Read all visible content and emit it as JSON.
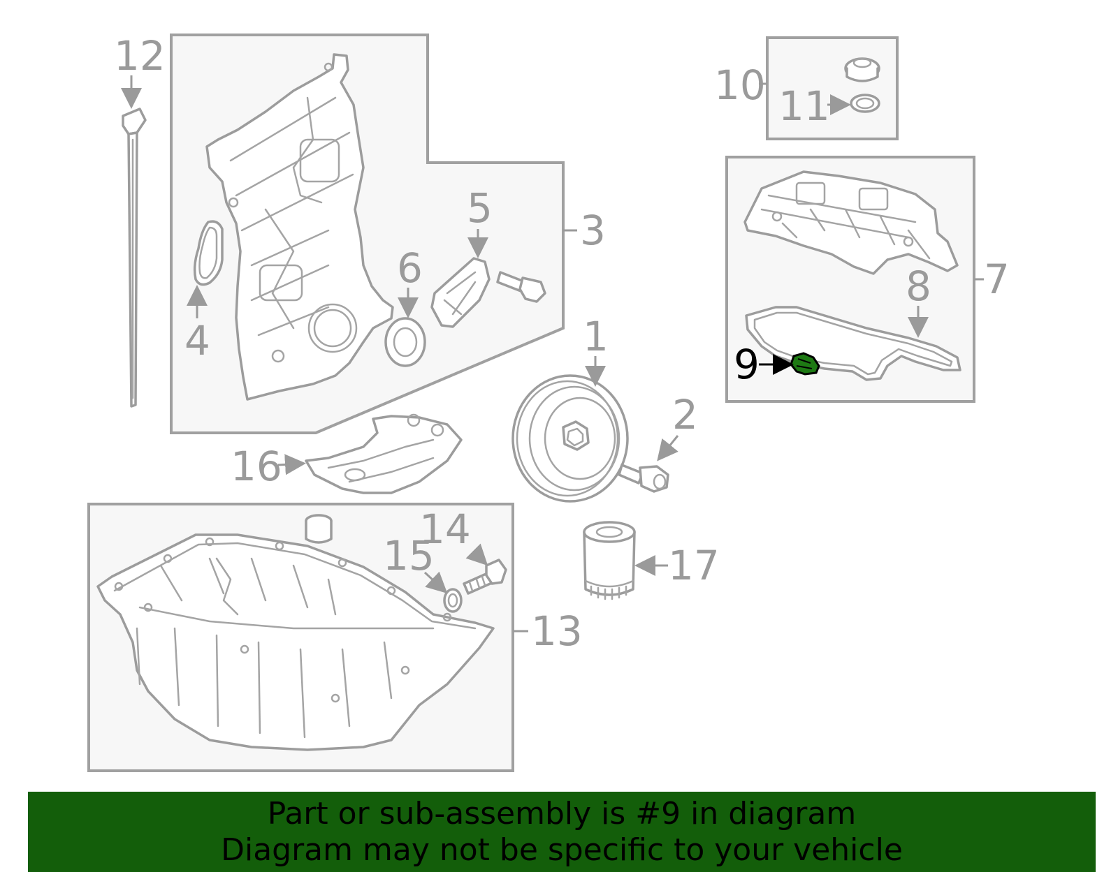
{
  "banner": {
    "line1": "Part or sub-assembly is #9 in diagram",
    "line2": "Diagram may not be specific to your vehicle",
    "color": "#135e0a"
  },
  "highlight_color": "#1e7a14",
  "callouts": {
    "c1": "1",
    "c2": "2",
    "c3": "3",
    "c4": "4",
    "c5": "5",
    "c6": "6",
    "c7": "7",
    "c8": "8",
    "c9": "9",
    "c10": "10",
    "c11": "11",
    "c12": "12",
    "c13": "13",
    "c14": "14",
    "c15": "15",
    "c16": "16",
    "c17": "17"
  },
  "selected_part": "9"
}
